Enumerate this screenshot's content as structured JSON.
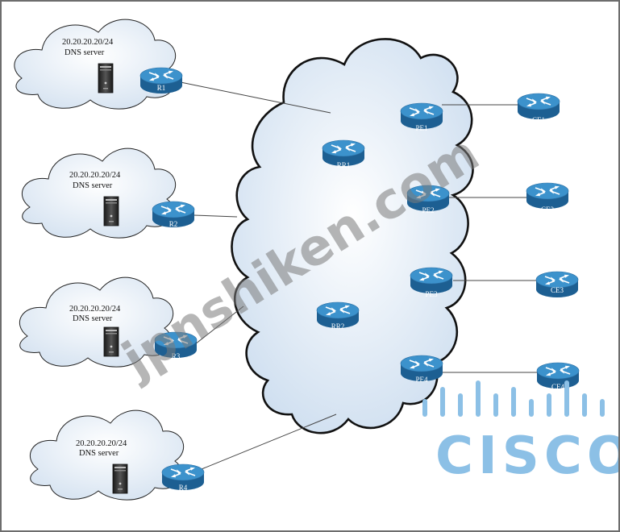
{
  "diagram": {
    "sites": [
      {
        "id": "site-1",
        "network": "20.20.20.20/24",
        "server_label": "DNS server",
        "router": "R1"
      },
      {
        "id": "site-2",
        "network": "20.20.20.20/24",
        "server_label": "DNS server",
        "router": "R2"
      },
      {
        "id": "site-3",
        "network": "20.20.20.20/24",
        "server_label": "DNS server",
        "router": "R3"
      },
      {
        "id": "site-4",
        "network": "20.20.20.20/24",
        "server_label": "DNS server",
        "router": "R4"
      }
    ],
    "core_routers": [
      "RR1",
      "RR2",
      "PE1",
      "PE2",
      "PE3",
      "PE4"
    ],
    "ce_routers": [
      "CE1",
      "CE2",
      "CE3",
      "CE4"
    ],
    "links": [
      [
        "R1",
        "core"
      ],
      [
        "R2",
        "core"
      ],
      [
        "R3",
        "core"
      ],
      [
        "R4",
        "core"
      ],
      [
        "PE1",
        "CE1"
      ],
      [
        "PE2",
        "CE2"
      ],
      [
        "PE3",
        "CE3"
      ],
      [
        "PE4",
        "CE4"
      ]
    ]
  },
  "watermark": "jpnshiken.com",
  "logo": {
    "text": "CISCO",
    "color": "#8cc0e6"
  },
  "colors": {
    "router_top": "#3b8fc9",
    "router_side": "#1c5f93",
    "cloud_fill": "#dfeaf6",
    "cloud_stroke": "#1a1a1a"
  },
  "icons": [
    "router-icon",
    "server-icon",
    "cloud-icon",
    "cisco-logo"
  ]
}
